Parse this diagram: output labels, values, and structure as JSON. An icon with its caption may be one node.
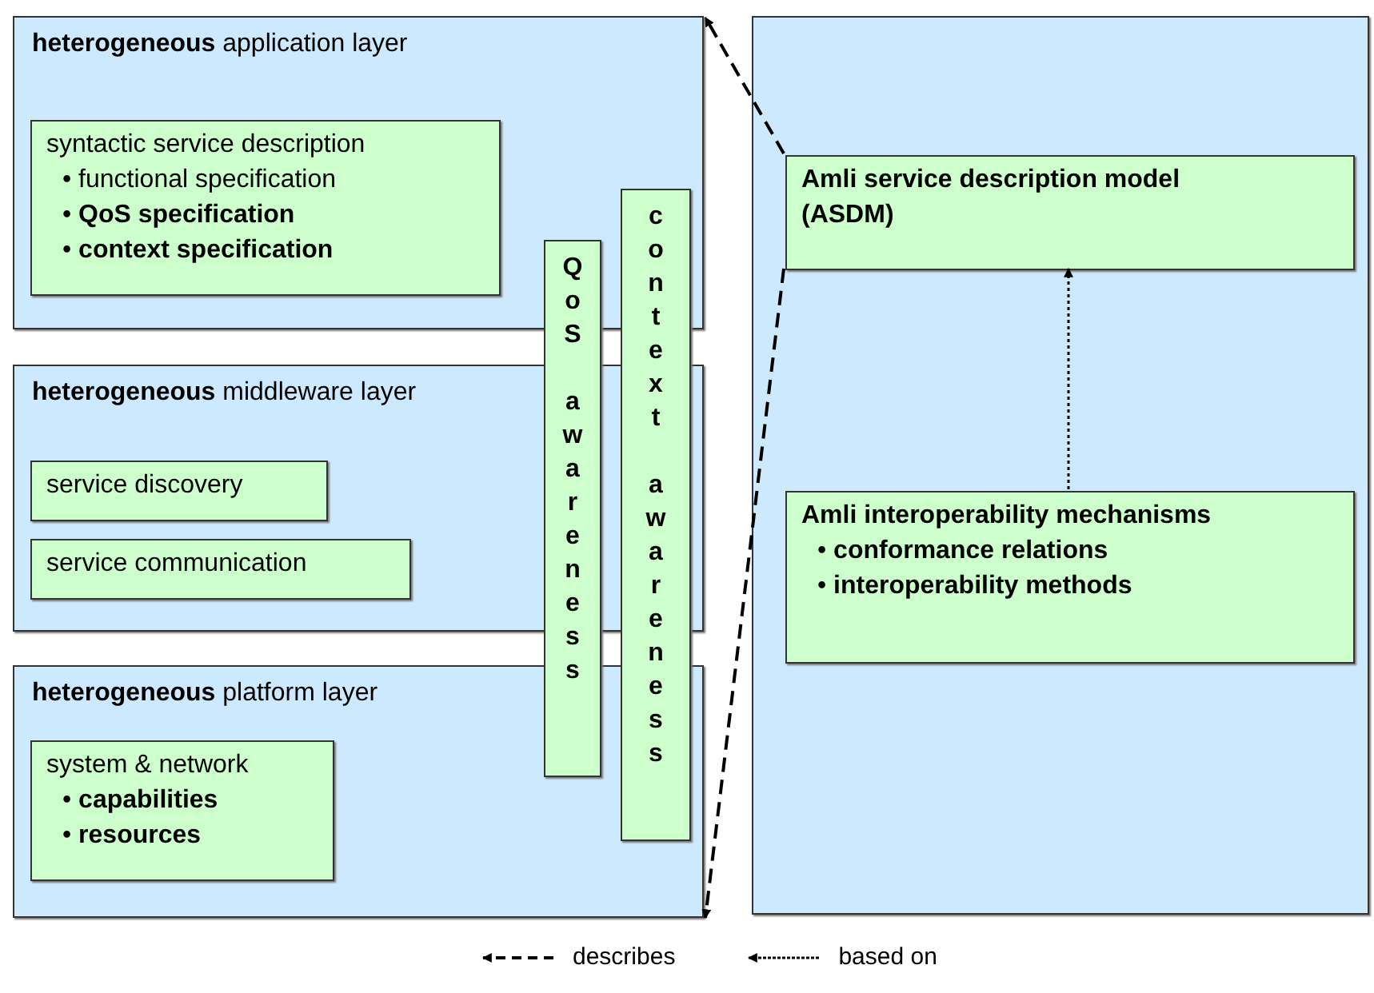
{
  "diagram": {
    "nodes": [
      {
        "text": [
          "**heterogeneous** application layer"
        ]
      },
      {
        "text": [
          "syntactic service description",
          "• functional specification",
          "• **QoS specification**",
          "• **context specification**"
        ],
        "in": 0
      },
      {
        "text": [
          "**heterogeneous** middleware layer"
        ]
      },
      {
        "text": [
          "service discovery"
        ],
        "in": 2
      },
      {
        "text": [
          "service communication"
        ],
        "in": 2
      },
      {
        "text": [
          "**heterogeneous** platform layer"
        ]
      },
      {
        "text": [
          "system & network",
          "• **capabilities**",
          "• **resources**"
        ],
        "in": 5
      },
      {
        "text": [
          "QoS awareness"
        ]
      },
      {
        "text": [
          "context awareness"
        ]
      },
      {
        "text": [],
        "shape": "box"
      },
      {
        "text": [
          "**Amli service description model (ASDM)**"
        ],
        "in": 9
      },
      {
        "text": [
          "**Amli interoperability mechanisms**",
          "• **conformance relations**",
          "• **interoperability methods**"
        ],
        "in": 9
      }
    ],
    "edges": [
      {
        "from": 10,
        "to": 0,
        "arrow": "to",
        "style": "dashed"
      },
      {
        "from": 10,
        "to": 5,
        "arrow": "to",
        "style": "dashed"
      },
      {
        "from": 11,
        "to": 10,
        "arrow": "to"
      }
    ],
    "legend": [
      {
        "text": "describes"
      },
      {
        "text": "based on"
      }
    ]
  }
}
